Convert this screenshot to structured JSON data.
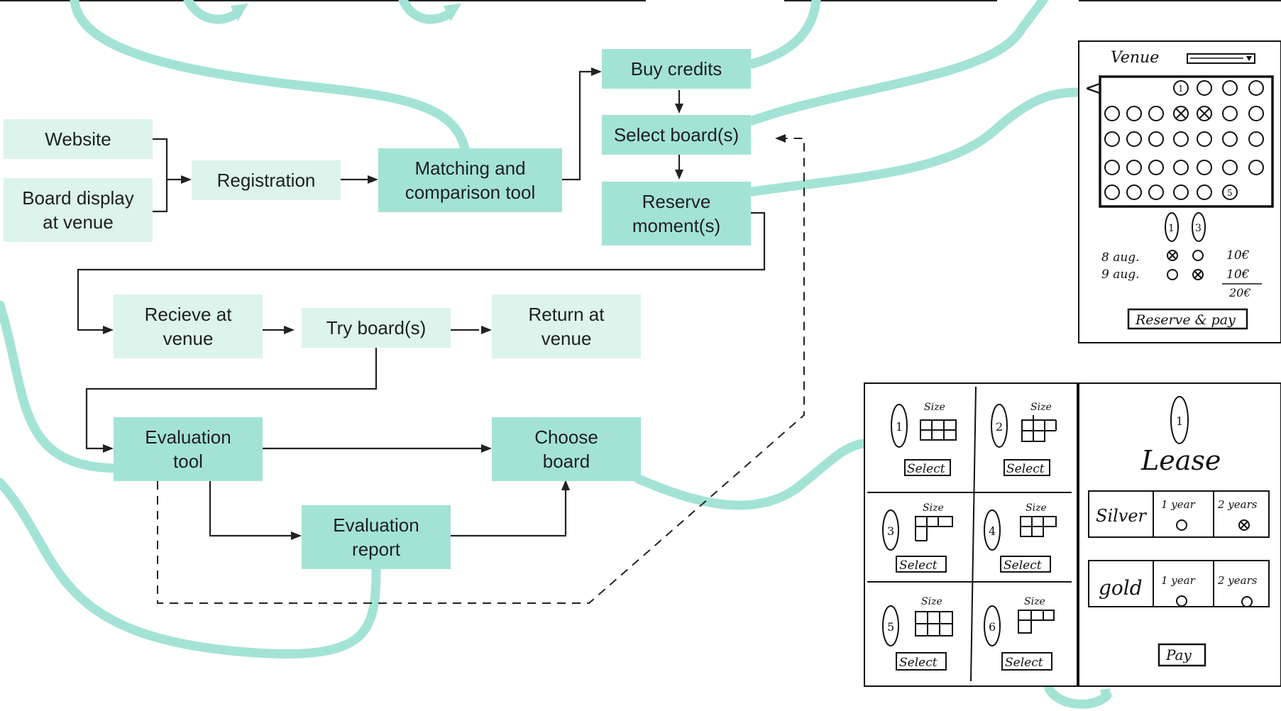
{
  "colors": {
    "light_box": "#dcf4ec",
    "dark_box": "#a3e3d6",
    "swoosh": "#a3e3d6",
    "line": "#222222"
  },
  "boxes": {
    "website": "Website",
    "board_display": "Board display\nat venue",
    "registration": "Registration",
    "matching": "Matching and\ncomparison tool",
    "buy_credits": "Buy credits",
    "select_boards": "Select board(s)",
    "reserve": "Reserve\nmoment(s)",
    "recieve": "Recieve at\nvenue",
    "try_boards": "Try board(s)",
    "return": "Return at\nvenue",
    "evaluation_tool": "Evaluation\ntool",
    "choose_board": "Choose\nboard",
    "evaluation_report": "Evaluation\nreport"
  },
  "sketch_reserve": {
    "venue_label": "Venue",
    "numbers": [
      "1",
      "3",
      "5"
    ],
    "row1_label": "8 aug.",
    "row2_label": "9 aug.",
    "price1": "10€",
    "price2": "10€",
    "total": "20€",
    "button": "Reserve & pay"
  },
  "sketch_select": {
    "size_label": "Size",
    "select_label": "Select",
    "numbers": [
      "1",
      "2",
      "3",
      "4",
      "5",
      "6"
    ]
  },
  "sketch_lease": {
    "number": "1",
    "title": "Lease",
    "row1_label": "Silver",
    "row2_label": "gold",
    "one_year": "1 year",
    "two_years": "2 years",
    "button": "Pay"
  }
}
